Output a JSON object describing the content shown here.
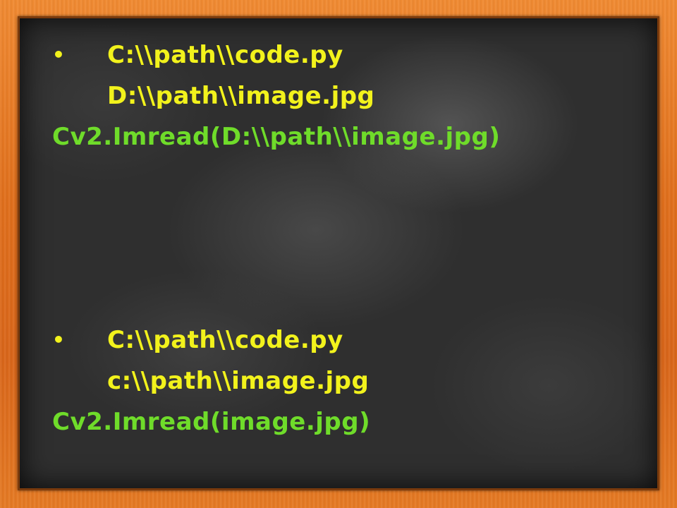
{
  "colors": {
    "frame": "#e06f1c",
    "board": "#2f2f2f",
    "yellow_text": "#f2f21c",
    "green_text": "#6fdc2a"
  },
  "block1": {
    "bullet": "•",
    "line1": "C:\\\\path\\\\code.py",
    "line2": "D:\\\\path\\\\image.jpg",
    "code": "Cv2.Imread(D:\\\\path\\\\image.jpg)"
  },
  "block2": {
    "bullet": "•",
    "line1": "C:\\\\path\\\\code.py",
    "line2": "c:\\\\path\\\\image.jpg",
    "code": "Cv2.Imread(image.jpg)"
  }
}
